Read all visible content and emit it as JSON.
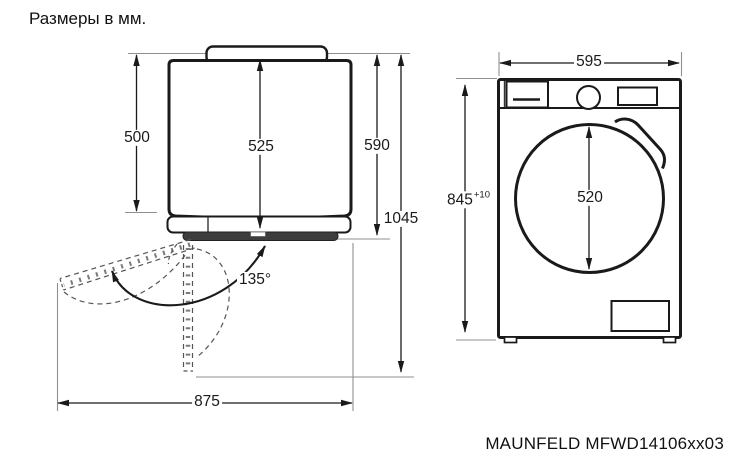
{
  "title": "Размеры в мм.",
  "model": "MAUNFELD MFWD14106xx03",
  "side_view": {
    "top_depth": "500",
    "inner_depth": "525",
    "total_depth": "590",
    "depth_door_open_90": "1045",
    "footprint_door_open": "875",
    "door_open_angle": "135°"
  },
  "front_view": {
    "width": "595",
    "height": "845",
    "height_tolerance": "+10",
    "door_diameter": "520"
  }
}
